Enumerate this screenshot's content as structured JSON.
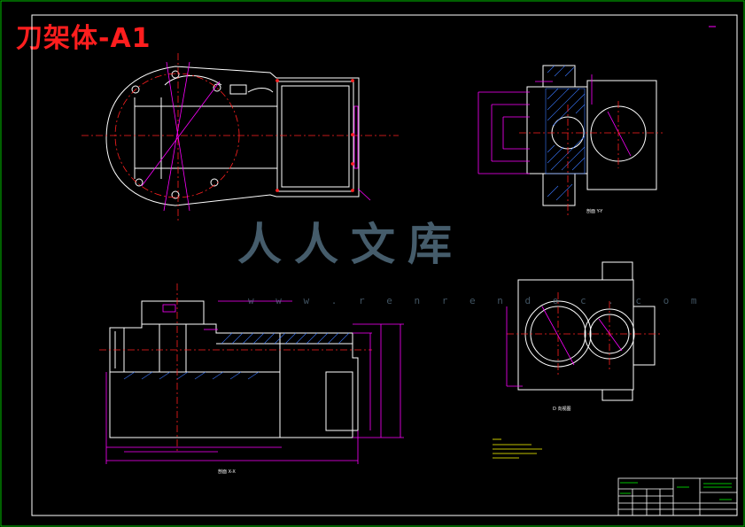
{
  "title": "刀架体-A1",
  "watermark": {
    "text": "人人文库",
    "url": "w w w . r e n r e n d o c . c o m"
  },
  "view_labels": {
    "section_yy": "剖面 Y-Y",
    "section_xx": "剖面 X-X",
    "view_d": "D 向视图"
  },
  "colors": {
    "border": "#00c000",
    "outline": "#ffffff",
    "centerline": "#ff2020",
    "dimension": "#ff00ff",
    "hatch": "#3a78ff",
    "note": "#ffff00",
    "title": "#ff1e1e"
  }
}
